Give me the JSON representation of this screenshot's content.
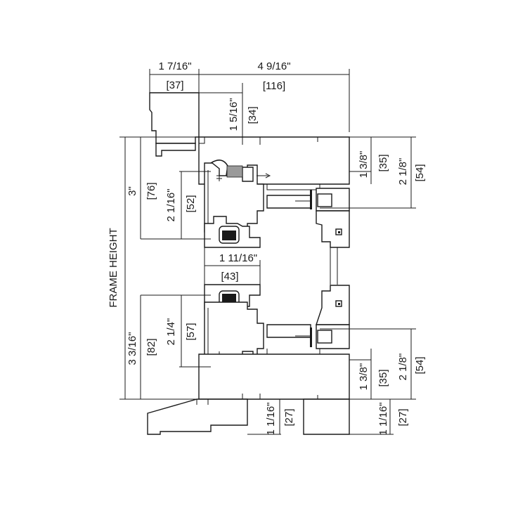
{
  "colors": {
    "line": "#1a1a1a",
    "background": "#ffffff",
    "gasket": "#9a9a9a"
  },
  "labels": {
    "top_left_width": "1 7/16\"",
    "top_left_width_mm": "[37]",
    "top_overall_width": "4 9/16\"",
    "top_overall_width_mm": "[116]",
    "head_height": "1 5/16\"",
    "head_height_mm": "[34]",
    "head_right_small": "1 3/8\"",
    "head_right_small_mm": "[35]",
    "head_right_large": "2 1/8\"",
    "head_right_large_mm": "[54]",
    "upper_sash_left": "3\"",
    "upper_sash_left_mm": "[76]",
    "upper_sash_inner": "2 1/16\"",
    "upper_sash_inner_mm": "[52]",
    "frame_height": "FRAME HEIGHT",
    "meeting_rail_width": "1 11/16\"",
    "meeting_rail_width_mm": "[43]",
    "lower_sash_left": "3 3/16\"",
    "lower_sash_left_mm": "[82]",
    "lower_sash_inner": "2 1/4\"",
    "lower_sash_inner_mm": "[57]",
    "sill_right_small": "1 3/8\"",
    "sill_right_small_mm": "[35]",
    "sill_right_large": "2 1/8\"",
    "sill_right_large_mm": "[54]",
    "sill_left_bottom": "1 1/16\"",
    "sill_left_bottom_mm": "[27]",
    "sill_right_bottom": "1 1/16\"",
    "sill_right_bottom_mm": "[27]"
  }
}
